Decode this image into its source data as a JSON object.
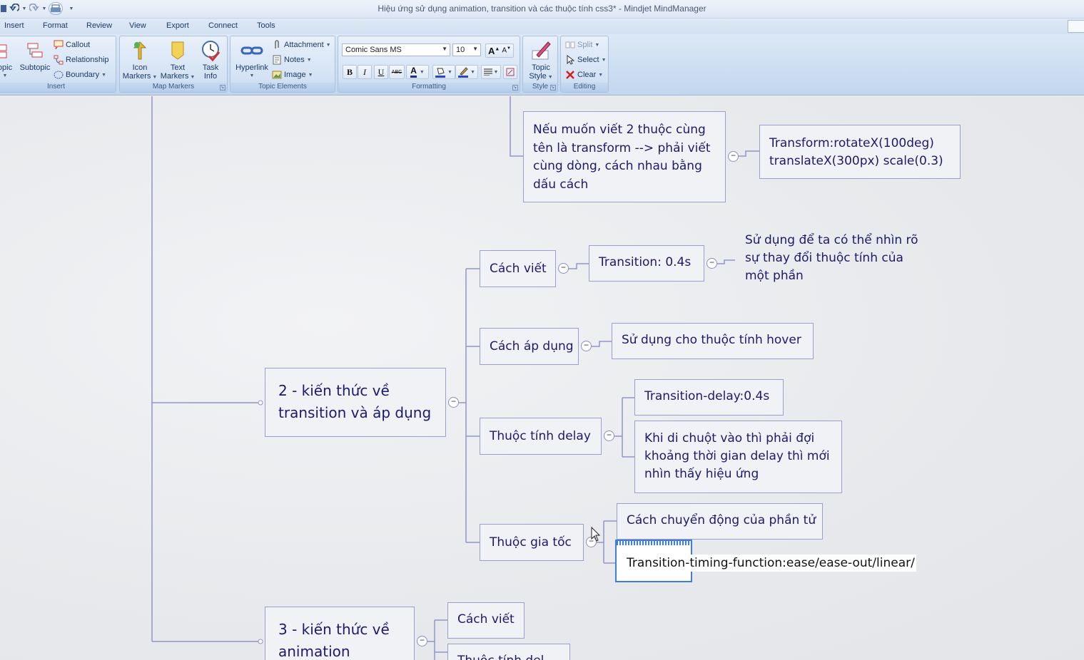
{
  "window": {
    "title": "Hiệu ứng sử dụng animation, transition và các thuộc tính css3* - Mindjet MindManager"
  },
  "menu": {
    "tabs": [
      "Insert",
      "Format",
      "Review",
      "View",
      "Export",
      "Connect",
      "Tools"
    ]
  },
  "ribbon": {
    "insert": {
      "label": "Insert",
      "topic": "opic",
      "subtopic": "Subtopic",
      "callout": "Callout",
      "relationship": "Relationship",
      "boundary": "Boundary"
    },
    "map_markers": {
      "label": "Map Markers",
      "icon_markers": [
        "Icon",
        "Markers"
      ],
      "text_markers": [
        "Text",
        "Markers"
      ],
      "task_info": [
        "Task",
        "Info"
      ]
    },
    "topic_elements": {
      "label": "Topic Elements",
      "hyperlink": "Hyperlink",
      "attachment": "Attachment",
      "notes": "Notes",
      "image": "Image"
    },
    "formatting": {
      "label": "Formatting",
      "font": "Comic Sans MS",
      "size": "10",
      "bold": "B",
      "italic": "I",
      "underline": "U",
      "strike": "ABC",
      "font_color": "A"
    },
    "style": {
      "label": "Style",
      "topic_style": [
        "Topic",
        "Style"
      ]
    },
    "editing": {
      "label": "Editing",
      "split": "Split",
      "select": "Select",
      "clear": "Clear"
    }
  },
  "map": {
    "topics": {
      "transform_note": [
        "Nếu muốn viết 2 thuộc cùng",
        "tên là transform --> phải viết",
        "cùng dòng, cách nhau bằng",
        "dấu cách"
      ],
      "transform_example": [
        "Transform:rotateX(100deg)",
        "translateX(300px)  scale(0.3)"
      ],
      "main2": [
        "2 - kiến thức về",
        "transition và áp dụng"
      ],
      "cach_viet": "Cách viết",
      "transition_04": "Transition: 0.4s",
      "transition_04_note": [
        "Sử dụng để ta có thể nhìn rõ",
        "sự thay đổi thuộc tính của",
        "một phần"
      ],
      "cach_ap_dung": "Cách áp dụng",
      "hover_note": "Sử dụng cho thuộc tính hover",
      "thuoc_tinh_delay": "Thuộc tính delay",
      "transition_delay": "Transition-delay:0.4s",
      "delay_note": [
        "Khi di chuột vào thì phải đợi",
        "khoảng thời gian delay thì mới",
        "nhìn thấy hiệu ứng"
      ],
      "thuoc_gia_toc": "Thuộc gia tốc",
      "cach_chuyen_dong": "Cách chuyển động của phần tử",
      "timing_function_edit": "Transition-timing-function:ease/ease-out/linear/",
      "main3": [
        "3 - kiến thức về",
        "animation"
      ],
      "cach_viet_3": "Cách viết",
      "partial_next": "Thuộc tính del"
    }
  },
  "colors": {
    "topic_text": "#1c1a6e",
    "topic_border": "#9a9fcf",
    "line": "#9095c8",
    "ribbon_bg": "#cadcf1",
    "selection": "#3d7ed8"
  }
}
